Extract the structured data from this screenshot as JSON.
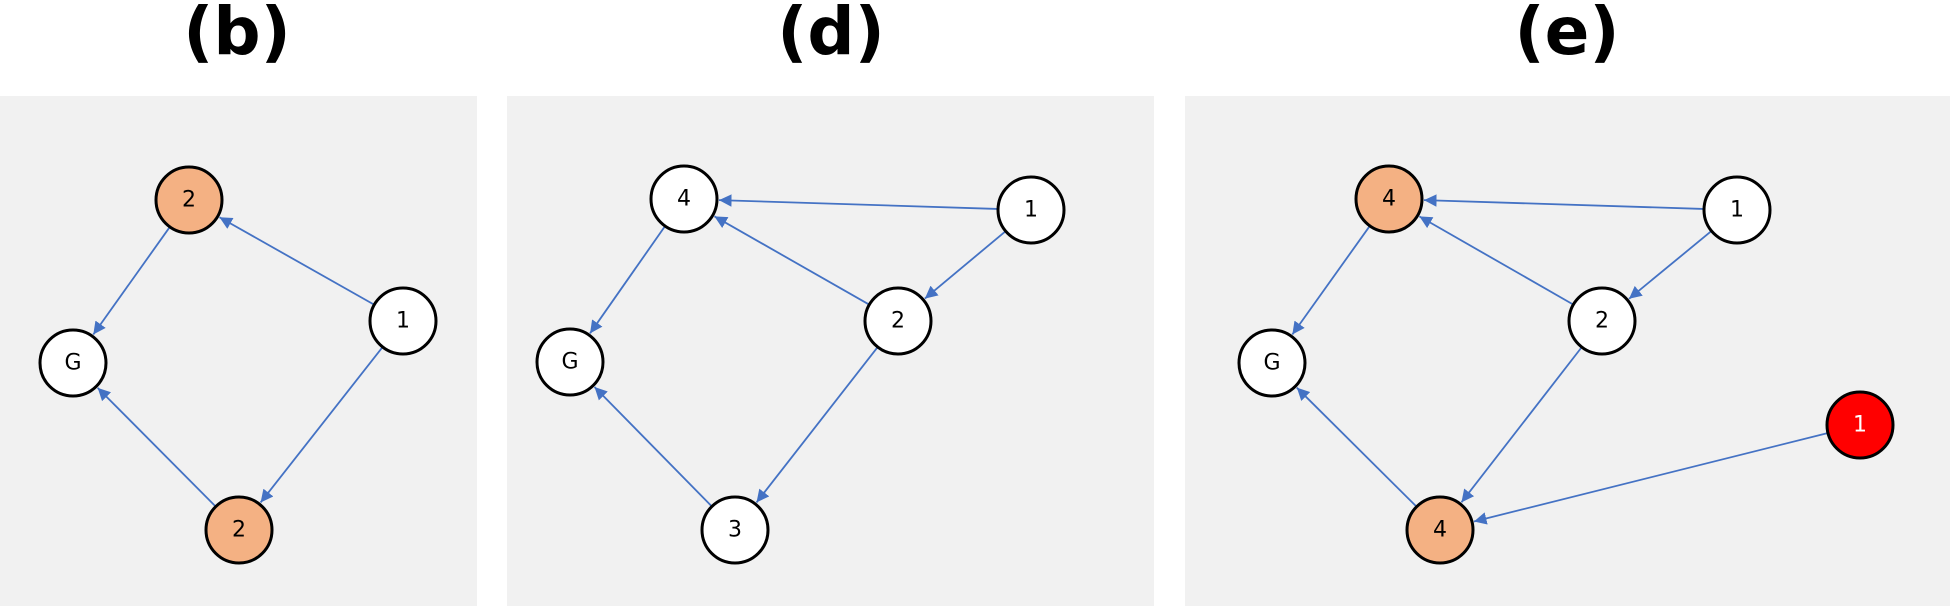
{
  "panels": [
    {
      "title": "(b)",
      "nodes": [
        {
          "id": "b_top",
          "label": "2",
          "fill": "#f4b183"
        },
        {
          "id": "b_g",
          "label": "G",
          "fill": "#ffffff"
        },
        {
          "id": "b_1",
          "label": "1",
          "fill": "#ffffff"
        },
        {
          "id": "b_bot",
          "label": "2",
          "fill": "#f4b183"
        }
      ],
      "edges": [
        [
          "b_1",
          "b_top"
        ],
        [
          "b_top",
          "b_g"
        ],
        [
          "b_1",
          "b_bot"
        ],
        [
          "b_bot",
          "b_g"
        ]
      ]
    },
    {
      "title": "(d)",
      "nodes": [
        {
          "id": "d_4",
          "label": "4",
          "fill": "#ffffff"
        },
        {
          "id": "d_1",
          "label": "1",
          "fill": "#ffffff"
        },
        {
          "id": "d_2",
          "label": "2",
          "fill": "#ffffff"
        },
        {
          "id": "d_g",
          "label": "G",
          "fill": "#ffffff"
        },
        {
          "id": "d_3",
          "label": "3",
          "fill": "#ffffff"
        }
      ],
      "edges": [
        [
          "d_1",
          "d_4"
        ],
        [
          "d_1",
          "d_2"
        ],
        [
          "d_2",
          "d_4"
        ],
        [
          "d_4",
          "d_g"
        ],
        [
          "d_2",
          "d_3"
        ],
        [
          "d_3",
          "d_g"
        ]
      ]
    },
    {
      "title": "(e)",
      "nodes": [
        {
          "id": "e_4",
          "label": "4",
          "fill": "#f4b183"
        },
        {
          "id": "e_1",
          "label": "1",
          "fill": "#ffffff"
        },
        {
          "id": "e_2",
          "label": "2",
          "fill": "#ffffff"
        },
        {
          "id": "e_g",
          "label": "G",
          "fill": "#ffffff"
        },
        {
          "id": "e_4b",
          "label": "4",
          "fill": "#f4b183"
        },
        {
          "id": "e_r1",
          "label": "1",
          "fill": "#ff0000",
          "text_color": "#ffffff"
        }
      ],
      "edges": [
        [
          "e_1",
          "e_4"
        ],
        [
          "e_1",
          "e_2"
        ],
        [
          "e_2",
          "e_4"
        ],
        [
          "e_4",
          "e_g"
        ],
        [
          "e_2",
          "e_4b"
        ],
        [
          "e_4b",
          "e_g"
        ],
        [
          "e_r1",
          "e_4b"
        ]
      ]
    }
  ],
  "colors": {
    "edge": "#4472c4",
    "panel_bg": "#f1f1f1",
    "node_stroke": "#000000"
  }
}
